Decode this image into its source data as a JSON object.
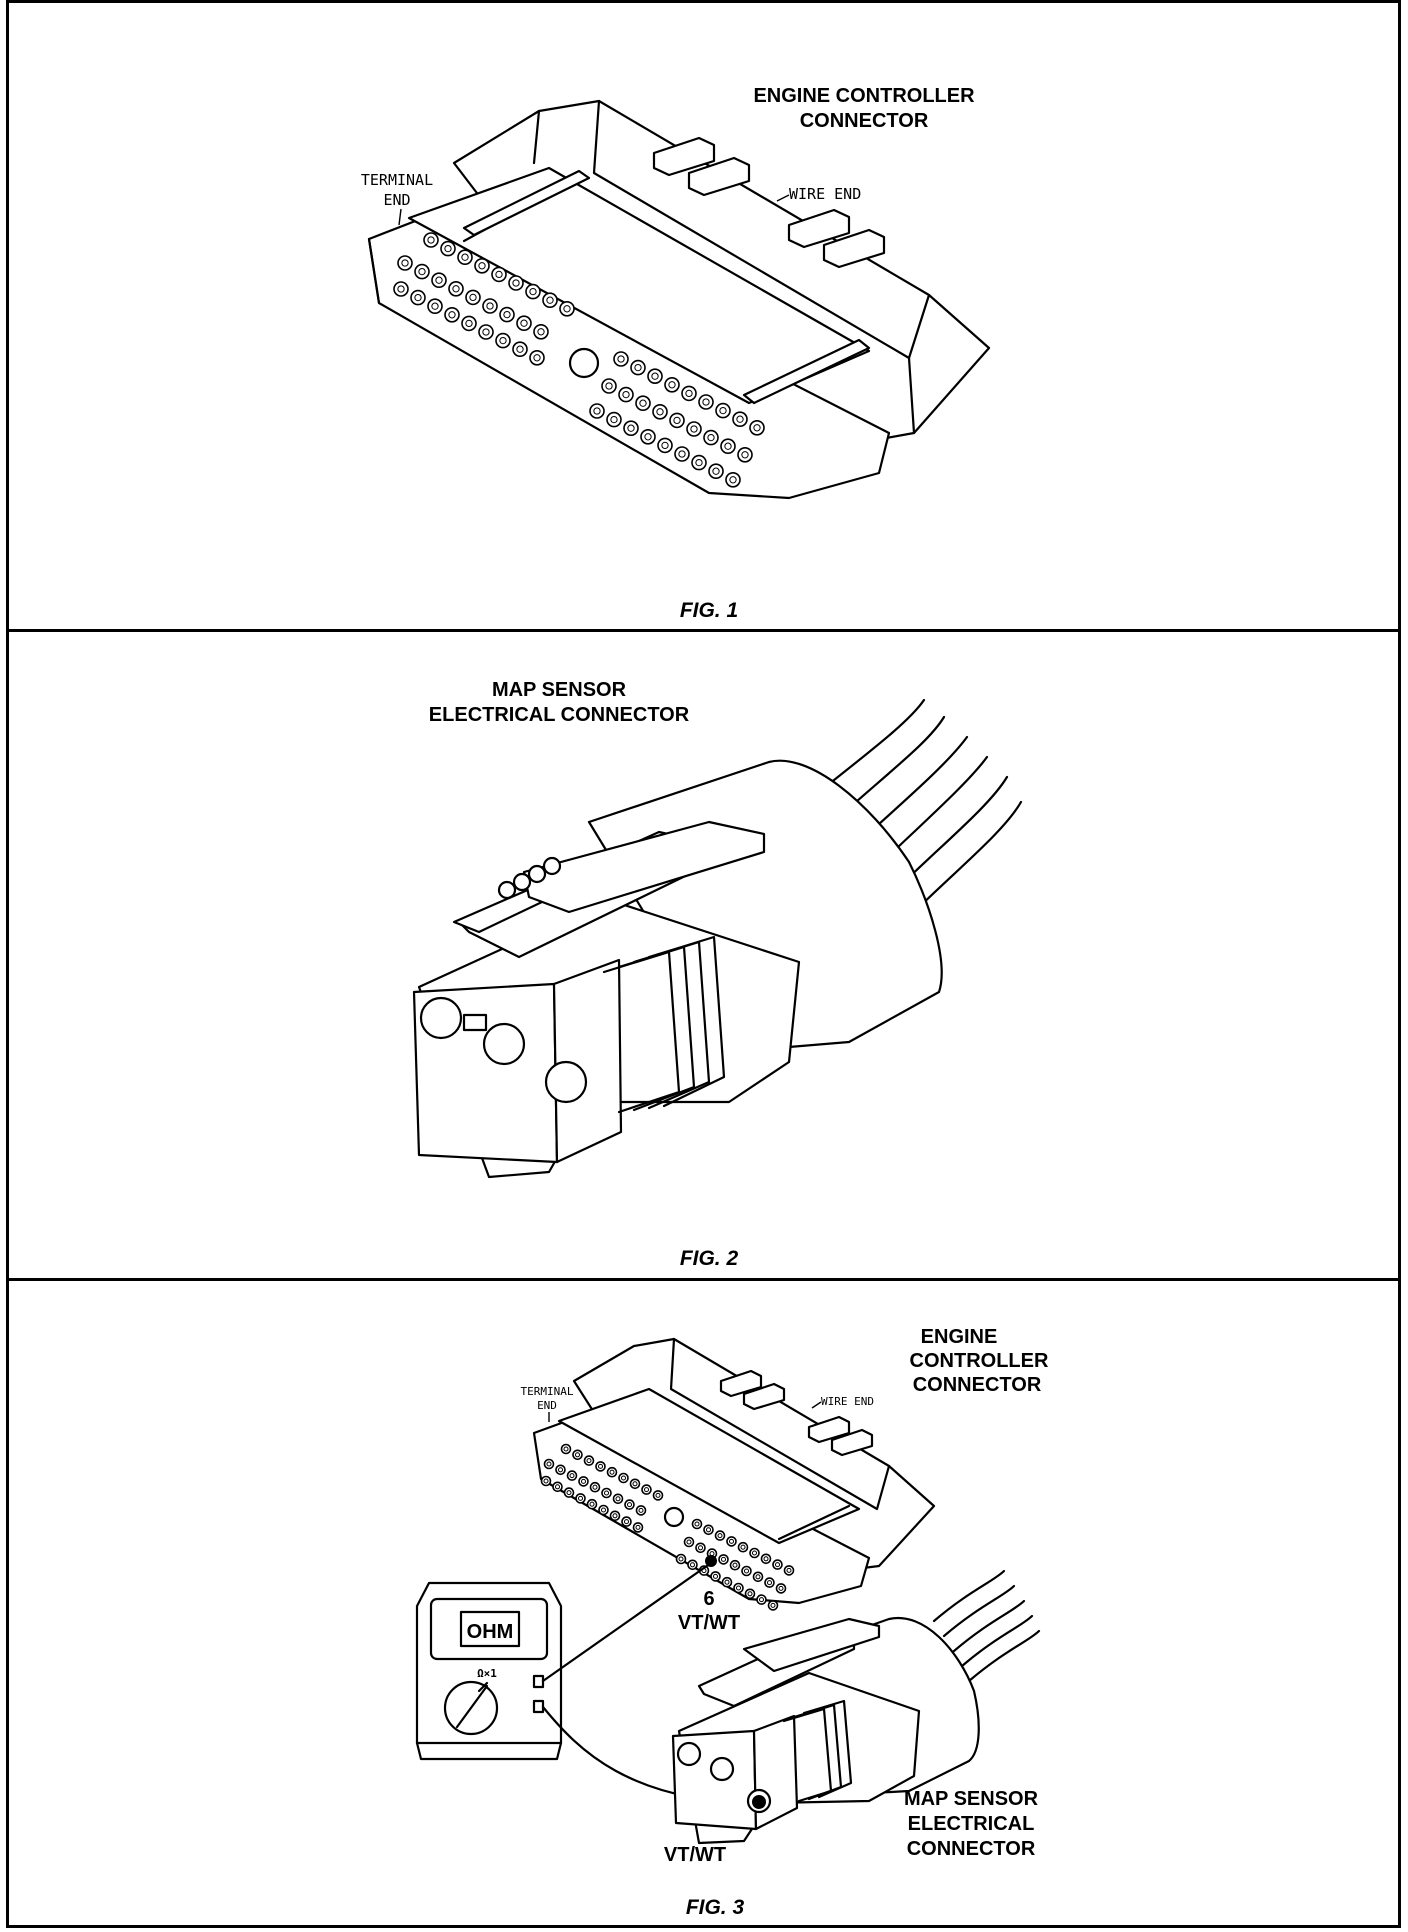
{
  "figures": [
    {
      "caption": "FIG. 1",
      "labels": {
        "title_line1": "ENGINE CONTROLLER",
        "title_line2": "CONNECTOR",
        "terminal_end_line1": "TERMINAL",
        "terminal_end_line2": "END",
        "wire_end": "WIRE END"
      }
    },
    {
      "caption": "FIG. 2",
      "labels": {
        "title_line1": "MAP SENSOR",
        "title_line2": "ELECTRICAL CONNECTOR"
      }
    },
    {
      "caption": "FIG. 3",
      "labels": {
        "ecc_line1": "ENGINE",
        "ecc_line2": "CONTROLLER",
        "ecc_line3": "CONNECTOR",
        "terminal_end_line1": "TERMINAL",
        "terminal_end_line2": "END",
        "wire_end": "WIRE END",
        "pin_number": "6",
        "wire_color_top": "VT/WT",
        "wire_color_bottom": "VT/WT",
        "meter_display": "OHM",
        "meter_dial": "Ω×1",
        "map_line1": "MAP SENSOR",
        "map_line2": "ELECTRICAL",
        "map_line3": "CONNECTOR"
      }
    }
  ]
}
